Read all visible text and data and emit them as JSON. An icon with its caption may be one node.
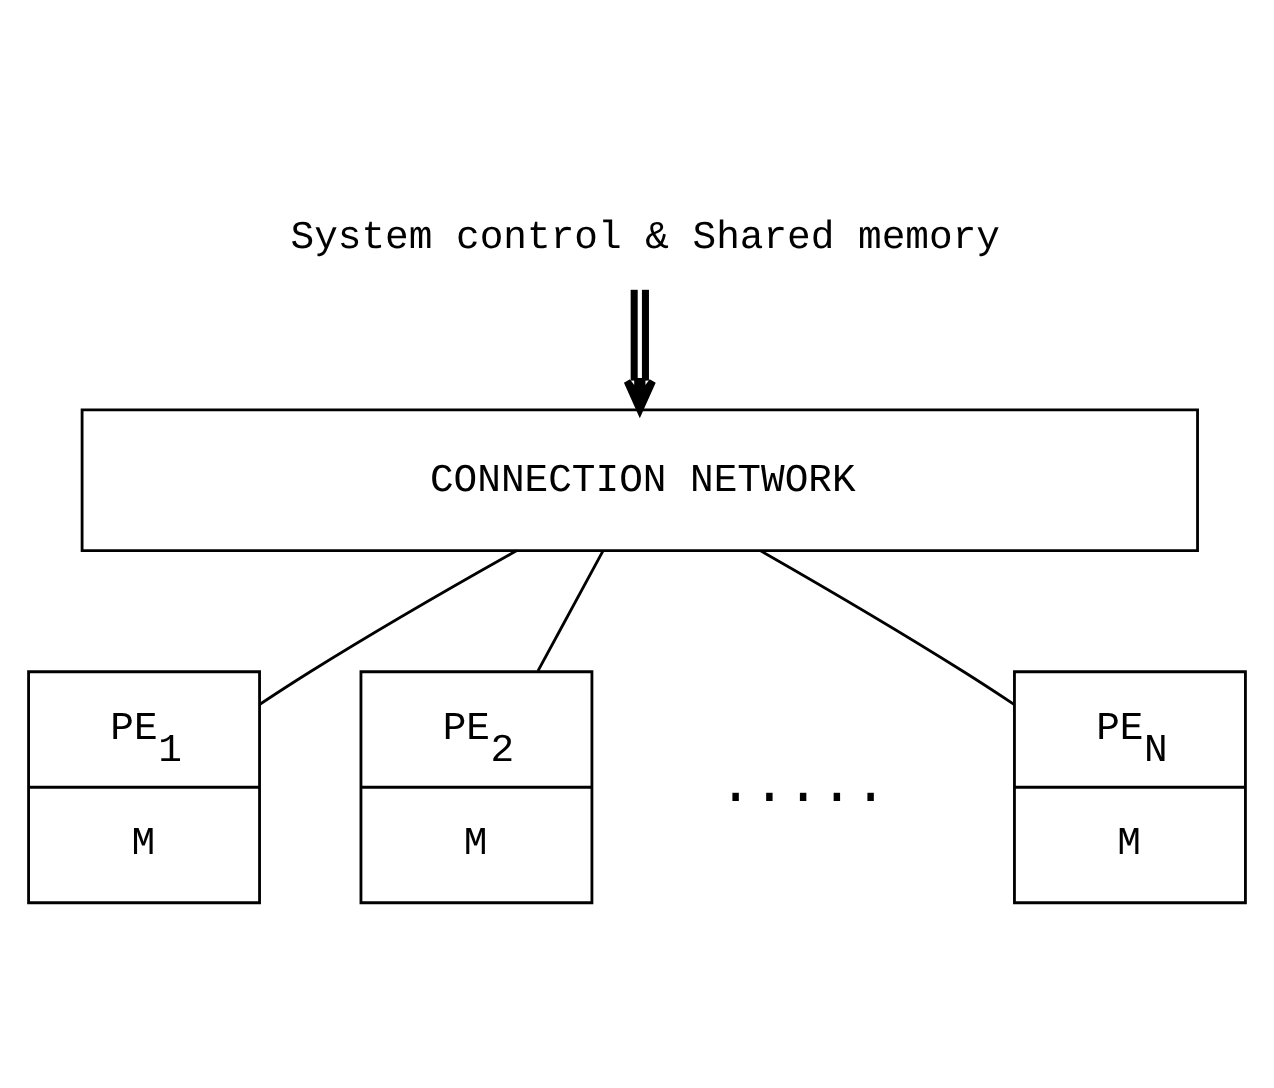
{
  "diagram": {
    "nodes": [
      {
        "text": [
          "System control & Shared memory"
        ]
      },
      {
        "text": [
          "CONNECTION NETWORK"
        ]
      },
      {
        "text": [
          "PE$_{1}$",
          "M"
        ]
      },
      {
        "text": [
          "PE$_{2}$",
          "M"
        ]
      },
      {
        "text": [
          "PE$_{N}$",
          "M"
        ]
      }
    ],
    "edges": [
      {
        "from": 0,
        "to": 1,
        "arrow": "to",
        "style": "thick"
      },
      {
        "from": 1,
        "to": 2,
        "arrow": "none"
      },
      {
        "from": 1,
        "to": 3,
        "arrow": "none"
      },
      {
        "from": 1,
        "to": 4,
        "arrow": "none"
      }
    ],
    "labels": [
      "....."
    ]
  }
}
